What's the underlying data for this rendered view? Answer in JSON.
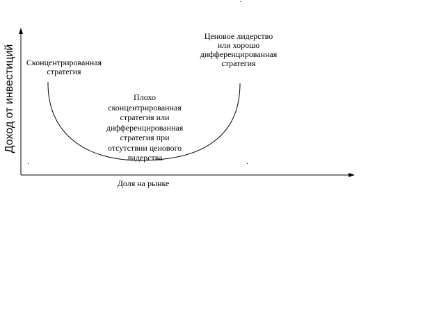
{
  "diagram": {
    "y_axis_label": "Доход от инвестиций",
    "x_axis_label": "Доля на рынке",
    "left_label": "Сконцентрированная\nстратегия",
    "right_label": "Ценовое лидерство\nили хорошо\nдифференцированная\nстратегия",
    "center_label": "Плохо\nсконцентрированная\nстратегия или\nдифференцированная\nстратегия при\nотсутствии ценового\nлидерства"
  }
}
